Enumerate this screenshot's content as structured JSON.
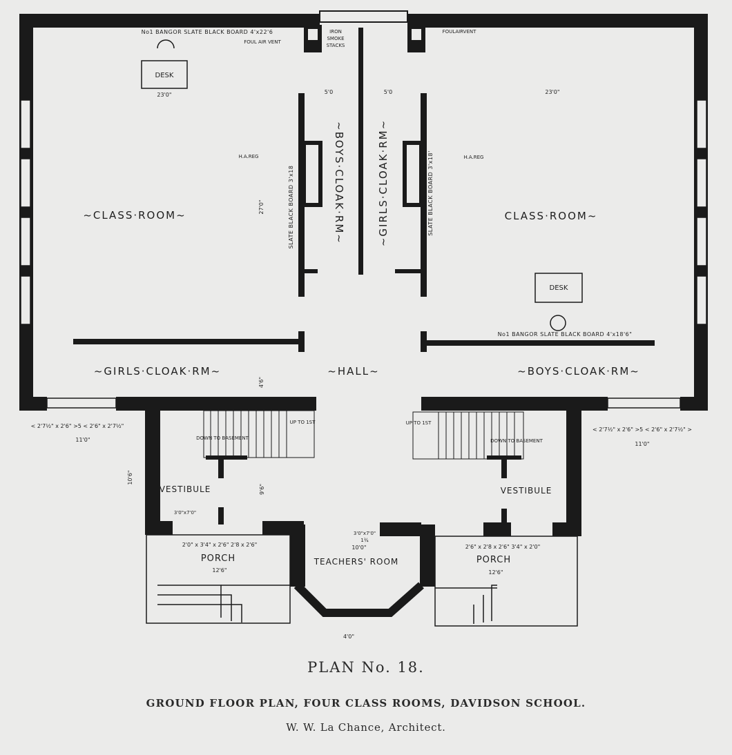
{
  "rooms": {
    "class_room_left": "~CLASS·ROOM~",
    "class_room_right": "CLASS·ROOM~",
    "girls_cloak_left": "~GIRLS·CLOAK·RM~",
    "boys_cloak_right": "~BOYS·CLOAK·RM~",
    "boys_cloak_center": "~BOYS·CLOAK·RM~",
    "girls_cloak_center": "~GIRLS·CLOAK·RM~",
    "hall": "~HALL~",
    "vestibule_left": "VESTIBULE",
    "vestibule_right": "VESTIBULE",
    "porch_left": "PORCH",
    "porch_right": "PORCH",
    "teachers_room": "TEACHERS' ROOM",
    "desk_left": "DESK",
    "desk_right": "DESK"
  },
  "notes": {
    "blackboard_top": "No1 BANGOR SLATE BLACK BOARD 4'x22'6",
    "blackboard_right": "No1 BANGOR SLATE BLACK BOARD 4'x18'6\"",
    "slate_left": "SLATE BLACK BOARD 3'x18",
    "slate_right": "SLATE BLACK BOARD 3'x18'",
    "foul_air_left": "FOUL AIR VENT",
    "foul_air_right": "FOULAIRVENT",
    "iron_smoke": [
      "IRON",
      "SMOKE",
      "STACKS"
    ],
    "ha_reg_left": "H.A.REG",
    "ha_reg_right": "H.A.REG",
    "up_left": "UP TO 1ST",
    "up_right": "UP TO 1ST",
    "down_left": "DOWN TO BASEMENT",
    "down_right": "DOWN TO BASEMENT"
  },
  "dimensions": {
    "left_width": "23'0\"",
    "right_width": "23'0\"",
    "cloak_left_w": "5'0",
    "cloak_right_w": "5'0",
    "room_depth": "27'0\"",
    "cloak_depth": "4'6\"",
    "vestibule_height": "10'6\"",
    "vestibule_depth": "9'6\"",
    "porch_left": "12'6\"",
    "porch_right": "12'6\"",
    "teachers_w": "10'0\"",
    "bay": "4'0\"",
    "front_left": "11'0\"",
    "front_right": "11'0\"",
    "windows_left": "< 2'7½\" x 2'6\" >5 < 2'6\" x 2'7½\"",
    "windows_right": "< 2'7½\" x 2'6\" >5 < 2'6\" x 2'7½\" >",
    "porch_left_windows": "2'0\" x 3'4\"    x 2'6\"  2'8 x 2'6\"",
    "porch_right_windows": "2'6\"  x 2'8    x 2'6\"      3'4\"    x 2'0\"",
    "teachers_door": "3'0\"x7'0\"",
    "door_a": "3'0\"x7'0\"",
    "door_b": "1¾"
  },
  "caption": {
    "plan_no": "PLAN No. 18.",
    "subtitle": "GROUND FLOOR PLAN, FOUR CLASS ROOMS, DAVIDSON SCHOOL.",
    "architect": "W. W. La Chance, Architect."
  }
}
